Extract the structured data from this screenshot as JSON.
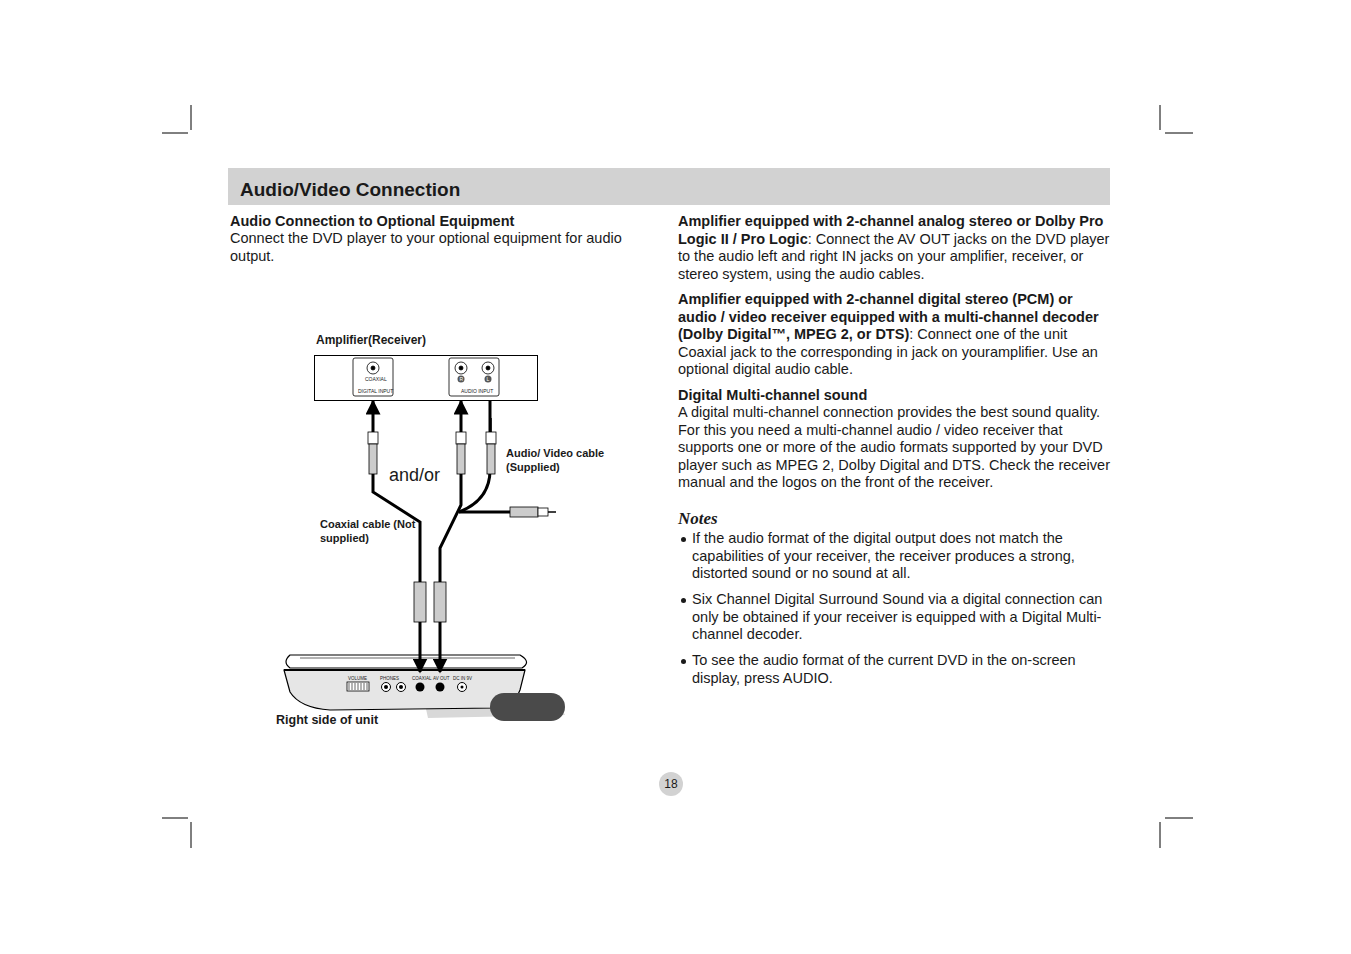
{
  "diagram": {
    "title": "Audio/Video Connection",
    "nodes": [
      {
        "text": [
          "Amplifier(Receiver)"
        ]
      },
      {
        "text": [
          "Right side of unit"
        ]
      }
    ],
    "edges": [
      {
        "from": 1,
        "to": 0,
        "arrow": "both",
        "label": "Coaxial cable (Not supplied)"
      },
      {
        "from": 1,
        "to": 0,
        "arrow": "both",
        "label": "Audio/ Video cable (Supplied)"
      }
    ],
    "labels": [
      "Audio Connection to Optional Equipment",
      "Connect the DVD player to your optional equipment for audio output.",
      "COAXIAL",
      "DIGITAL INPUT",
      "R",
      "L",
      "AUDIO INPUT",
      "and/or",
      "VOLUME",
      "PHONES",
      "COAXIAL",
      "AV OUT",
      "DC IN 9V",
      "Amplifier equipped with 2-channel analog stereo or Dolby Pro Logic II / Pro Logic",
      ": Connect the  AV OUT jacks on the DVD player to the audio left and right IN jacks on your amplifier, receiver, or stereo system, using the audio cables.",
      "Amplifier equipped with 2-channel digital stereo (PCM) or audio / video receiver equipped with a multi-channel decoder (Dolby Digital™, MPEG 2, or DTS)",
      ": Connect one of the unit Coaxial jack to the corresponding in jack on youramplifier. Use an optional digital audio cable.",
      "Digital Multi-channel sound",
      "A digital multi-channel connection provides the best sound quality. For this you need a multi-channel audio / video receiver that supports one or more of the audio formats supported by your DVD player such as MPEG 2, Dolby Digital and DTS. Check the receiver manual and the logos on the front of the receiver.",
      "Notes",
      "If the audio format of the digital output does not match the capabilities of your receiver, the receiver produces a strong, distorted sound or no sound at all.",
      "Six Channel Digital Surround Sound via a digital connection can only be obtained if your receiver is equipped with a Digital Multi-channel decoder.",
      "To see the audio format of the current DVD in the on-screen display, press AUDIO.",
      "18"
    ]
  }
}
